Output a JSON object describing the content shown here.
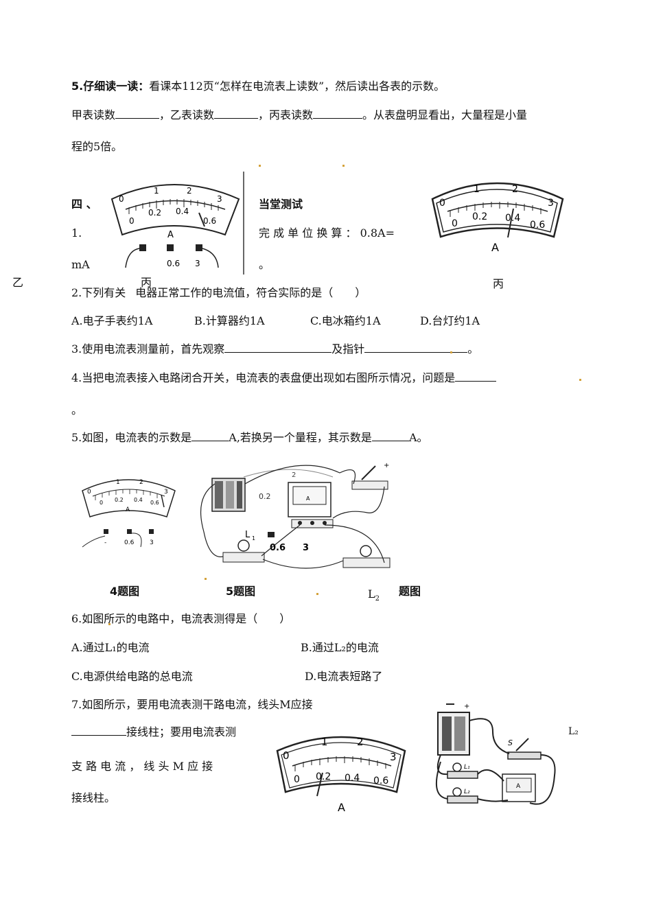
{
  "q5_read": {
    "title": "5.仔细读一读：",
    "text": "看课本112页“怎样在电流表上读数”，然后读出各表的示数。",
    "l2_a": "甲表读数",
    "l2_b": "，乙表读数",
    "l2_c": "，丙表读数",
    "l2_d": "。从表盘明显看出，大量程是小量",
    "l3": "程的5倍。"
  },
  "section4": {
    "num": "四 、",
    "title": "当堂测试"
  },
  "q1": {
    "num": "1.",
    "text": "完 成 单 位 换 算 ： 0.8A=",
    "unit": "mA",
    "end": "。"
  },
  "side_label_yi": "乙",
  "label_bing_1": "丙",
  "label_bing_2": "丙",
  "q2": {
    "a": "2.下列有关",
    "b": "电器正常工作的电流值，符合实际的是（　　）",
    "options": [
      "A.电子手表约1A",
      "B.计算器约1A",
      "C.电冰箱约1A",
      "D.台灯约1A"
    ]
  },
  "q3": {
    "a": "3.使用电流表测量前，首先观察",
    "b": "及指针",
    "c": "。"
  },
  "q4": {
    "text": "4.当把电流表接入电路闭合开关，电流表的表盘便出现如右图所示情况，问题是",
    "end": "。"
  },
  "q5": {
    "a": "5.如图，电流表的示数是",
    "b": "A,若换另一个量程，其示数是",
    "c": "A。"
  },
  "captions": {
    "fig4": "4题图",
    "fig5": "5题图",
    "l2": "L",
    "l2_sub": "2",
    "fig6": "题图"
  },
  "q6": {
    "stem": "6.如图所示的电路中，电流表测得是（　　）",
    "A": "A.通过L₁的电流",
    "B": "B.通过L₂的电流",
    "C": "C.电源供给电路的总电流",
    "D": "D.电流表短路了"
  },
  "q7": {
    "l1": "7.如图所示，要用电流表测干路电流，线头M应接",
    "l2": "接线柱；要用电流表测",
    "l3": "支 路 电 流 ， 线 头 M 应 接",
    "l4": "接线柱。",
    "l2_label": "L₂"
  },
  "meter": {
    "top_ticks": [
      "0",
      "1",
      "2",
      "3"
    ],
    "bottom_ticks": [
      "0",
      "0.2",
      "0.4",
      "0.6"
    ],
    "unit": "A",
    "terminals": [
      "-",
      "0.6",
      "3"
    ]
  },
  "circuit_labels": {
    "l1": "L",
    "l1_sub": "1",
    "plus": "+",
    "s": "S",
    "L1": "L₁",
    "L2": "L₂"
  }
}
